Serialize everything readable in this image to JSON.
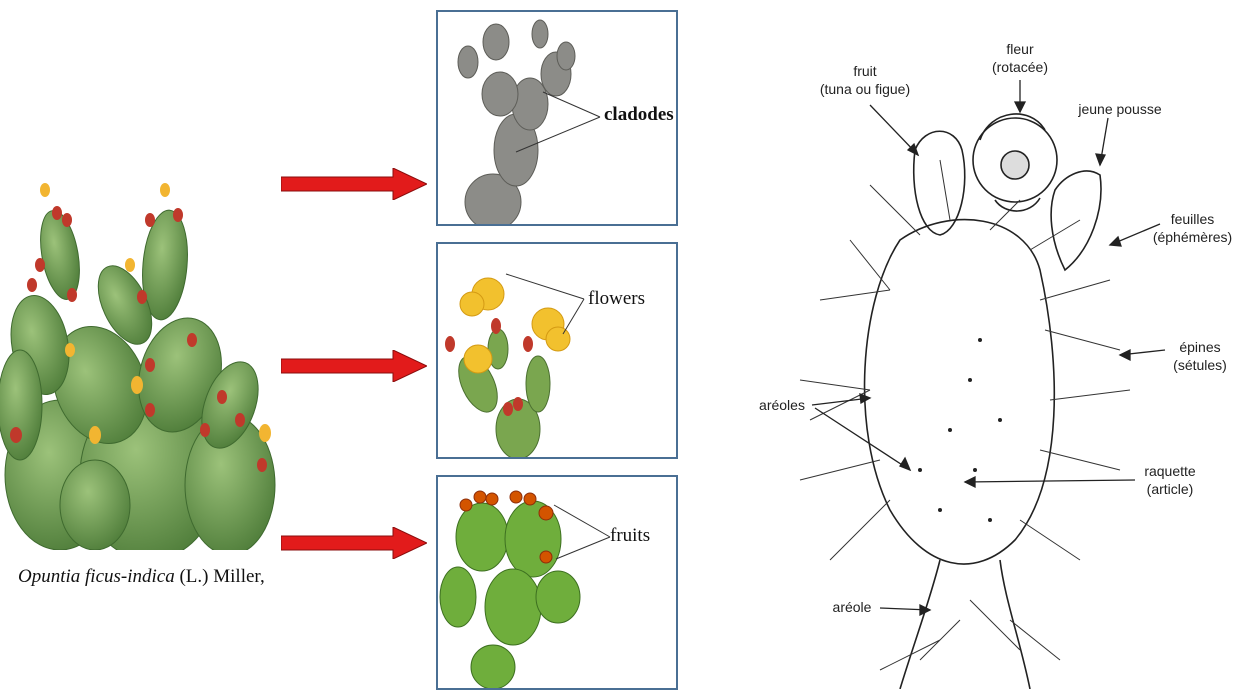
{
  "caption": {
    "species": "Opuntia ficus-indica",
    "authority": "(L.) Miller,"
  },
  "panels": {
    "cladodes": {
      "label": "cladodes"
    },
    "flowers": {
      "label": "flowers"
    },
    "fruits": {
      "label": "fruits"
    }
  },
  "diagram": {
    "fruit": {
      "line1": "fruit",
      "line2": "(tuna ou figue)"
    },
    "fleur": {
      "line1": "fleur",
      "line2": "(rotacée)"
    },
    "jeune_pousse": {
      "line1": "jeune pousse"
    },
    "feuilles": {
      "line1": "feuilles",
      "line2": "(éphémères)"
    },
    "epines": {
      "line1": "épines",
      "line2": "(sétules)"
    },
    "areoles": {
      "line1": "aréoles"
    },
    "raquette": {
      "line1": "raquette",
      "line2": "(article)"
    },
    "areole": {
      "line1": "aréole"
    }
  },
  "colors": {
    "arrow": "#e21b1b",
    "panel_border": "#4a6f94",
    "pad_green": "#6f9a4c",
    "fruit_red": "#c0392b",
    "flower_yellow": "#f2c12e"
  }
}
